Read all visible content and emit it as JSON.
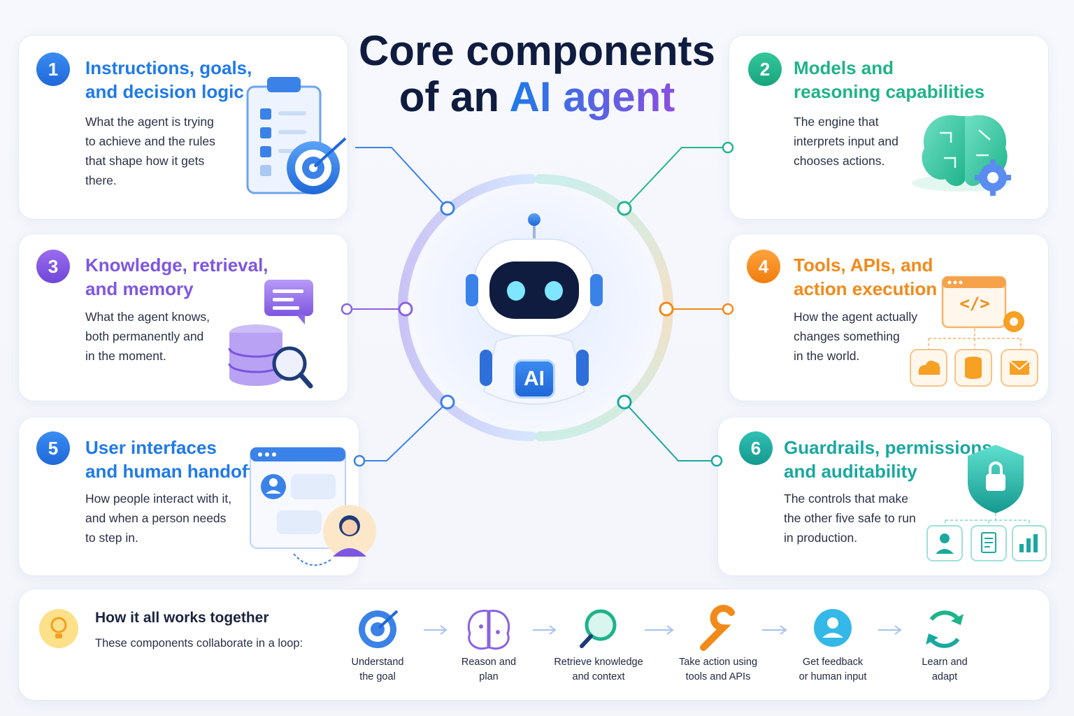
{
  "title": {
    "line1": "Core components",
    "line2_prefix": "of an ",
    "line2_highlight": "AI agent"
  },
  "colors": {
    "blue": "#1f7ae8",
    "green": "#1fb38a",
    "purple": "#7e57e0",
    "orange": "#f28a1a",
    "teal": "#1aa8a0",
    "navy": "#0f1c3f"
  },
  "components": [
    {
      "number": "1",
      "title": "Instructions, goals,\nand decision logic",
      "description": "What the agent is trying\nto achieve and the rules\nthat shape how it gets\nthere.",
      "icon": "clipboard-target-icon"
    },
    {
      "number": "2",
      "title": "Models and\nreasoning capabilities",
      "description": "The engine that\ninterprets input and\nchooses actions.",
      "icon": "brain-gear-icon"
    },
    {
      "number": "3",
      "title": "Knowledge, retrieval,\nand memory",
      "description": "What the agent knows,\nboth permanently and\nin the moment.",
      "icon": "database-search-icon"
    },
    {
      "number": "4",
      "title": "Tools, APIs, and\naction execution",
      "description": "How the agent actually\nchanges something\nin the world.",
      "icon": "code-window-icon",
      "code_symbol": "</>"
    },
    {
      "number": "5",
      "title": "User interfaces\nand human handoff",
      "description": "How people interact with it,\nand when a person needs\nto step in.",
      "icon": "chat-window-person-icon"
    },
    {
      "number": "6",
      "title": "Guardrails, permissions,\nand auditability",
      "description": "The controls that make\nthe other five safe to run\nin production.",
      "icon": "shield-lock-icon"
    }
  ],
  "robot": {
    "chip_label": "AI",
    "icon": "robot-icon"
  },
  "workflow": {
    "title": "How it all works together",
    "subtitle": "These components collaborate in a loop:",
    "icon": "lightbulb-icon",
    "steps": [
      {
        "label": "Understand\nthe goal",
        "icon": "target-icon"
      },
      {
        "label": "Reason and\nplan",
        "icon": "brain-icon"
      },
      {
        "label": "Retrieve knowledge\nand context",
        "icon": "search-icon"
      },
      {
        "label": "Take action using\ntools and APIs",
        "icon": "wrench-icon"
      },
      {
        "label": "Get feedback\nor human input",
        "icon": "user-icon"
      },
      {
        "label": "Learn and\nadapt",
        "icon": "refresh-icon"
      }
    ]
  }
}
